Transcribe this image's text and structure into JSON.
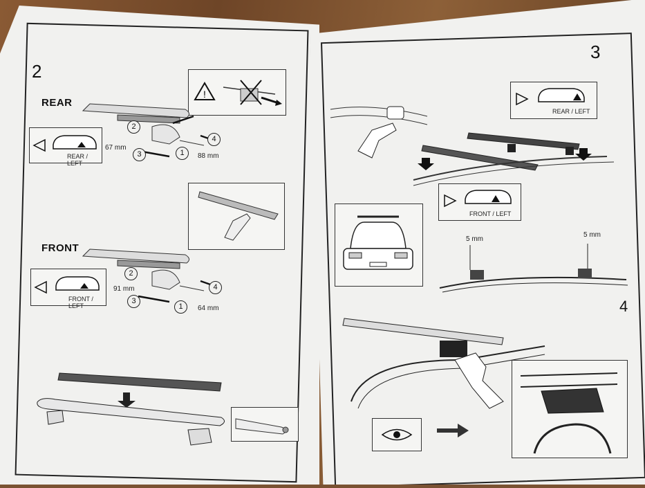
{
  "left_page": {
    "step_number": "2",
    "rear": {
      "heading": "REAR",
      "view_label": "REAR / LEFT",
      "gap_a": "67 mm",
      "gap_b": "88 mm",
      "callouts": [
        "1",
        "2",
        "3",
        "4"
      ]
    },
    "front": {
      "heading": "FRONT",
      "view_label": "FRONT / LEFT",
      "gap_a": "91 mm",
      "gap_b": "64 mm",
      "callouts": [
        "1",
        "2",
        "3",
        "4"
      ]
    }
  },
  "right_page": {
    "step_number_a": "3",
    "rear_view_label": "REAR / LEFT",
    "front_view_label": "FRONT / LEFT",
    "gap_left": "5 mm",
    "gap_right": "5 mm",
    "step_number_b": "4"
  }
}
